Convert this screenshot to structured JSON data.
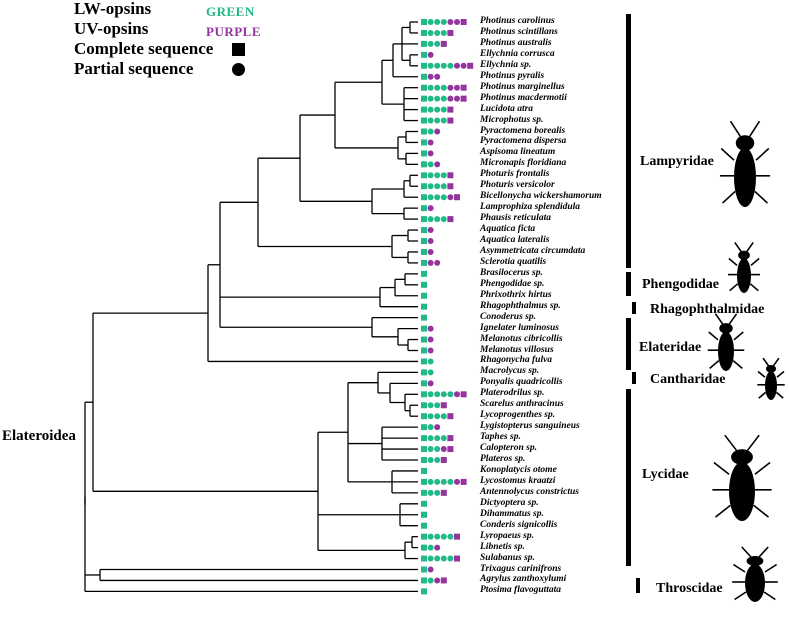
{
  "legend": {
    "lw_label": "LW-opsins",
    "lw_key": "GREEN",
    "uv_label": "UV-opsins",
    "uv_key": "PURPLE",
    "complete_label": "Complete sequence",
    "partial_label": "Partial sequence"
  },
  "colors": {
    "green": "#21b98a",
    "purple": "#93359c",
    "black": "#000000"
  },
  "root_label": "Elateroidea",
  "families": [
    {
      "name": "Lampyridae"
    },
    {
      "name": "Phengodidae"
    },
    {
      "name": "Rhagophthalmidae"
    },
    {
      "name": "Elateridae"
    },
    {
      "name": "Cantharidae"
    },
    {
      "name": "Lycidae"
    },
    {
      "name": "Throscidae"
    }
  ],
  "taxa": [
    {
      "name": "Photinus carolinus",
      "marks": "GGGGPPP"
    },
    {
      "name": "Photinus scintillans",
      "marks": "GGGGP"
    },
    {
      "name": "Photinus australis",
      "marks": "GGgP"
    },
    {
      "name": "Ellychnia corrusca",
      "marks": "GP"
    },
    {
      "name": "Ellychnia sp.",
      "marks": "GGGGGPPP"
    },
    {
      "name": "Photinus pyralis",
      "marks": "GPP"
    },
    {
      "name": "Photinus marginellus",
      "marks": "GGGGPPP"
    },
    {
      "name": "Photinus macdermotii",
      "marks": "GGGGPPP"
    },
    {
      "name": "Lucidota atra",
      "marks": "GGGGP"
    },
    {
      "name": "Microphotus sp.",
      "marks": "GGGGP"
    },
    {
      "name": "Pyractomena borealis",
      "marks": "GGP"
    },
    {
      "name": "Pyractomena dispersa",
      "marks": "GP"
    },
    {
      "name": "Aspisoma lineatum",
      "marks": "GP"
    },
    {
      "name": "Micronapis floridiana",
      "marks": "GGP"
    },
    {
      "name": "Photuris frontalis",
      "marks": "GGGGP"
    },
    {
      "name": "Photuris versicolor",
      "marks": "GGGGP"
    },
    {
      "name": "Bicellonycha wickershamorum",
      "marks": "GGGGPP"
    },
    {
      "name": "Lamprophiza splendidula",
      "marks": "GP"
    },
    {
      "name": "Phausis reticulata",
      "marks": "GGGGP"
    },
    {
      "name": "Aquatica ficta",
      "marks": "GP"
    },
    {
      "name": "Aquatica lateralis",
      "marks": "GP"
    },
    {
      "name": "Asymmetricata circumdata",
      "marks": "GP"
    },
    {
      "name": "Sclerotia quatilis",
      "marks": "GPP"
    },
    {
      "name": "Brasilocerus sp.",
      "marks": "G"
    },
    {
      "name": "Phengodidae sp.",
      "marks": "G"
    },
    {
      "name": "Phrixothrix hirtus",
      "marks": "G"
    },
    {
      "name": "Rhagophthalmus sp.",
      "marks": "G"
    },
    {
      "name": "Conoderus sp.",
      "marks": "G"
    },
    {
      "name": "Ignelater luminosus",
      "marks": "GP"
    },
    {
      "name": "Melanotus cibricollis",
      "marks": "GP"
    },
    {
      "name": "Melanotus villosus",
      "marks": "GP"
    },
    {
      "name": "Rhagonycha fulva",
      "marks": "GG"
    },
    {
      "name": "Macrolycus sp.",
      "marks": "GG"
    },
    {
      "name": "Ponyalis quadricollis",
      "marks": "GP"
    },
    {
      "name": "Platerodrilus sp.",
      "marks": "GGGGGPP"
    },
    {
      "name": "Scarelus anthracinus",
      "marks": "GGGP"
    },
    {
      "name": "Lycoprogenthes sp.",
      "marks": "GGGGP"
    },
    {
      "name": "Lygistopterus sanguineus",
      "marks": "GGP"
    },
    {
      "name": "Taphes sp.",
      "marks": "GGGGP"
    },
    {
      "name": "Calopteron sp.",
      "marks": "GGGPP"
    },
    {
      "name": "Plateros sp.",
      "marks": "GGGP"
    },
    {
      "name": "Konoplatycis otome",
      "marks": "G"
    },
    {
      "name": "Lycostomus kraatzi",
      "marks": "GGGGGPP"
    },
    {
      "name": "Antennolycus constrictus",
      "marks": "GGGP"
    },
    {
      "name": "Dictyoptera sp.",
      "marks": "G"
    },
    {
      "name": "Dihammatus sp.",
      "marks": "G"
    },
    {
      "name": "Conderis signicollis",
      "marks": "G"
    },
    {
      "name": "Lyropaeus sp.",
      "marks": "GGGGGP"
    },
    {
      "name": "Libnetis sp.",
      "marks": "GGP"
    },
    {
      "name": "Sulabanus sp.",
      "marks": "GGGGGP"
    },
    {
      "name": "Trixagus carinifrons",
      "marks": "GP"
    },
    {
      "name": "Agrylus zanthoxylumi",
      "marks": "GGPP"
    },
    {
      "name": "Ptosima flavoguttata",
      "marks": "G"
    }
  ]
}
